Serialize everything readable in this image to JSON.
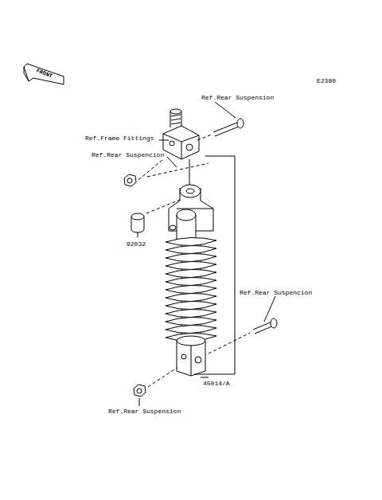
{
  "diagram": {
    "labels": [
      "E2380",
      "FRONT",
      "Ref.Rear Suspension",
      "Ref.Frame Fittings",
      "Ref.Rear Suspencion",
      "92032",
      "Ref.Rear Suspencion",
      "45014/A",
      "Ref.Rear Suspension"
    ]
  }
}
